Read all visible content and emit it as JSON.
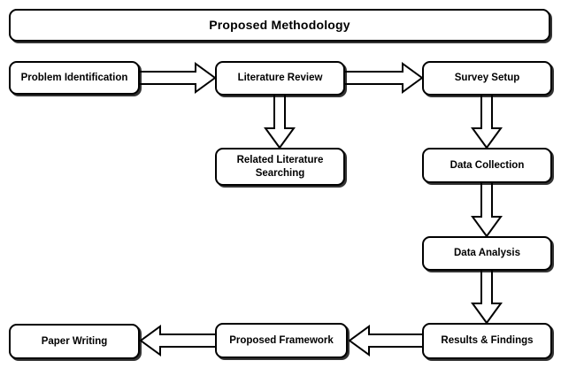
{
  "diagram": {
    "title": "Proposed Methodology",
    "type": "flowchart",
    "colors": {
      "background": "#ffffff",
      "box_fill": "#ffffff",
      "box_border": "#000000",
      "text": "#000000"
    },
    "nodes": {
      "problem_identification": "Problem Identification",
      "literature_review": "Literature Review",
      "survey_setup": "Survey Setup",
      "related_literature_searching": "Related Literature Searching",
      "data_collection": "Data Collection",
      "data_analysis": "Data Analysis",
      "results_findings": "Results & Findings",
      "proposed_framework": "Proposed Framework",
      "paper_writing": "Paper Writing"
    },
    "edges": [
      {
        "from": "Problem Identification",
        "to": "Literature Review",
        "direction": "right"
      },
      {
        "from": "Literature Review",
        "to": "Survey Setup",
        "direction": "right"
      },
      {
        "from": "Literature Review",
        "to": "Related Literature Searching",
        "direction": "down"
      },
      {
        "from": "Survey Setup",
        "to": "Data Collection",
        "direction": "down"
      },
      {
        "from": "Data Collection",
        "to": "Data Analysis",
        "direction": "down"
      },
      {
        "from": "Data Analysis",
        "to": "Results & Findings",
        "direction": "down"
      },
      {
        "from": "Results & Findings",
        "to": "Proposed Framework",
        "direction": "left"
      },
      {
        "from": "Proposed Framework",
        "to": "Paper Writing",
        "direction": "left"
      }
    ]
  }
}
